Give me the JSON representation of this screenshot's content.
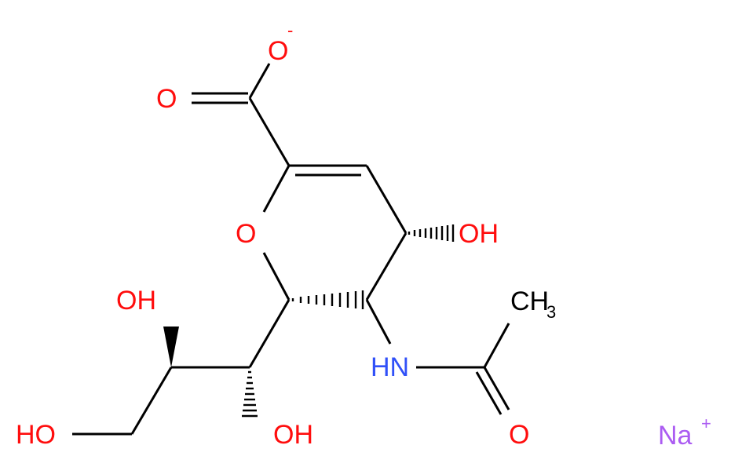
{
  "colors": {
    "bond": "#000000",
    "oxygen": "#ff0d0d",
    "nitrogen": "#3050f8",
    "carbon": "#000000",
    "sodium": "#ab5cf2"
  },
  "labels": {
    "carboxylate_o_minus": {
      "text": "O",
      "charge": "-"
    },
    "carbonyl_o": "O",
    "ring_o": "O",
    "oh_c4": "OH",
    "methyl": {
      "text": "CH",
      "sub": "3"
    },
    "nh": "HN",
    "amide_o": "O",
    "oh_side_upper": "OH",
    "oh_side_lower": "OH",
    "oh_terminal": "HO",
    "sodium": {
      "text": "Na",
      "charge": "+"
    }
  }
}
